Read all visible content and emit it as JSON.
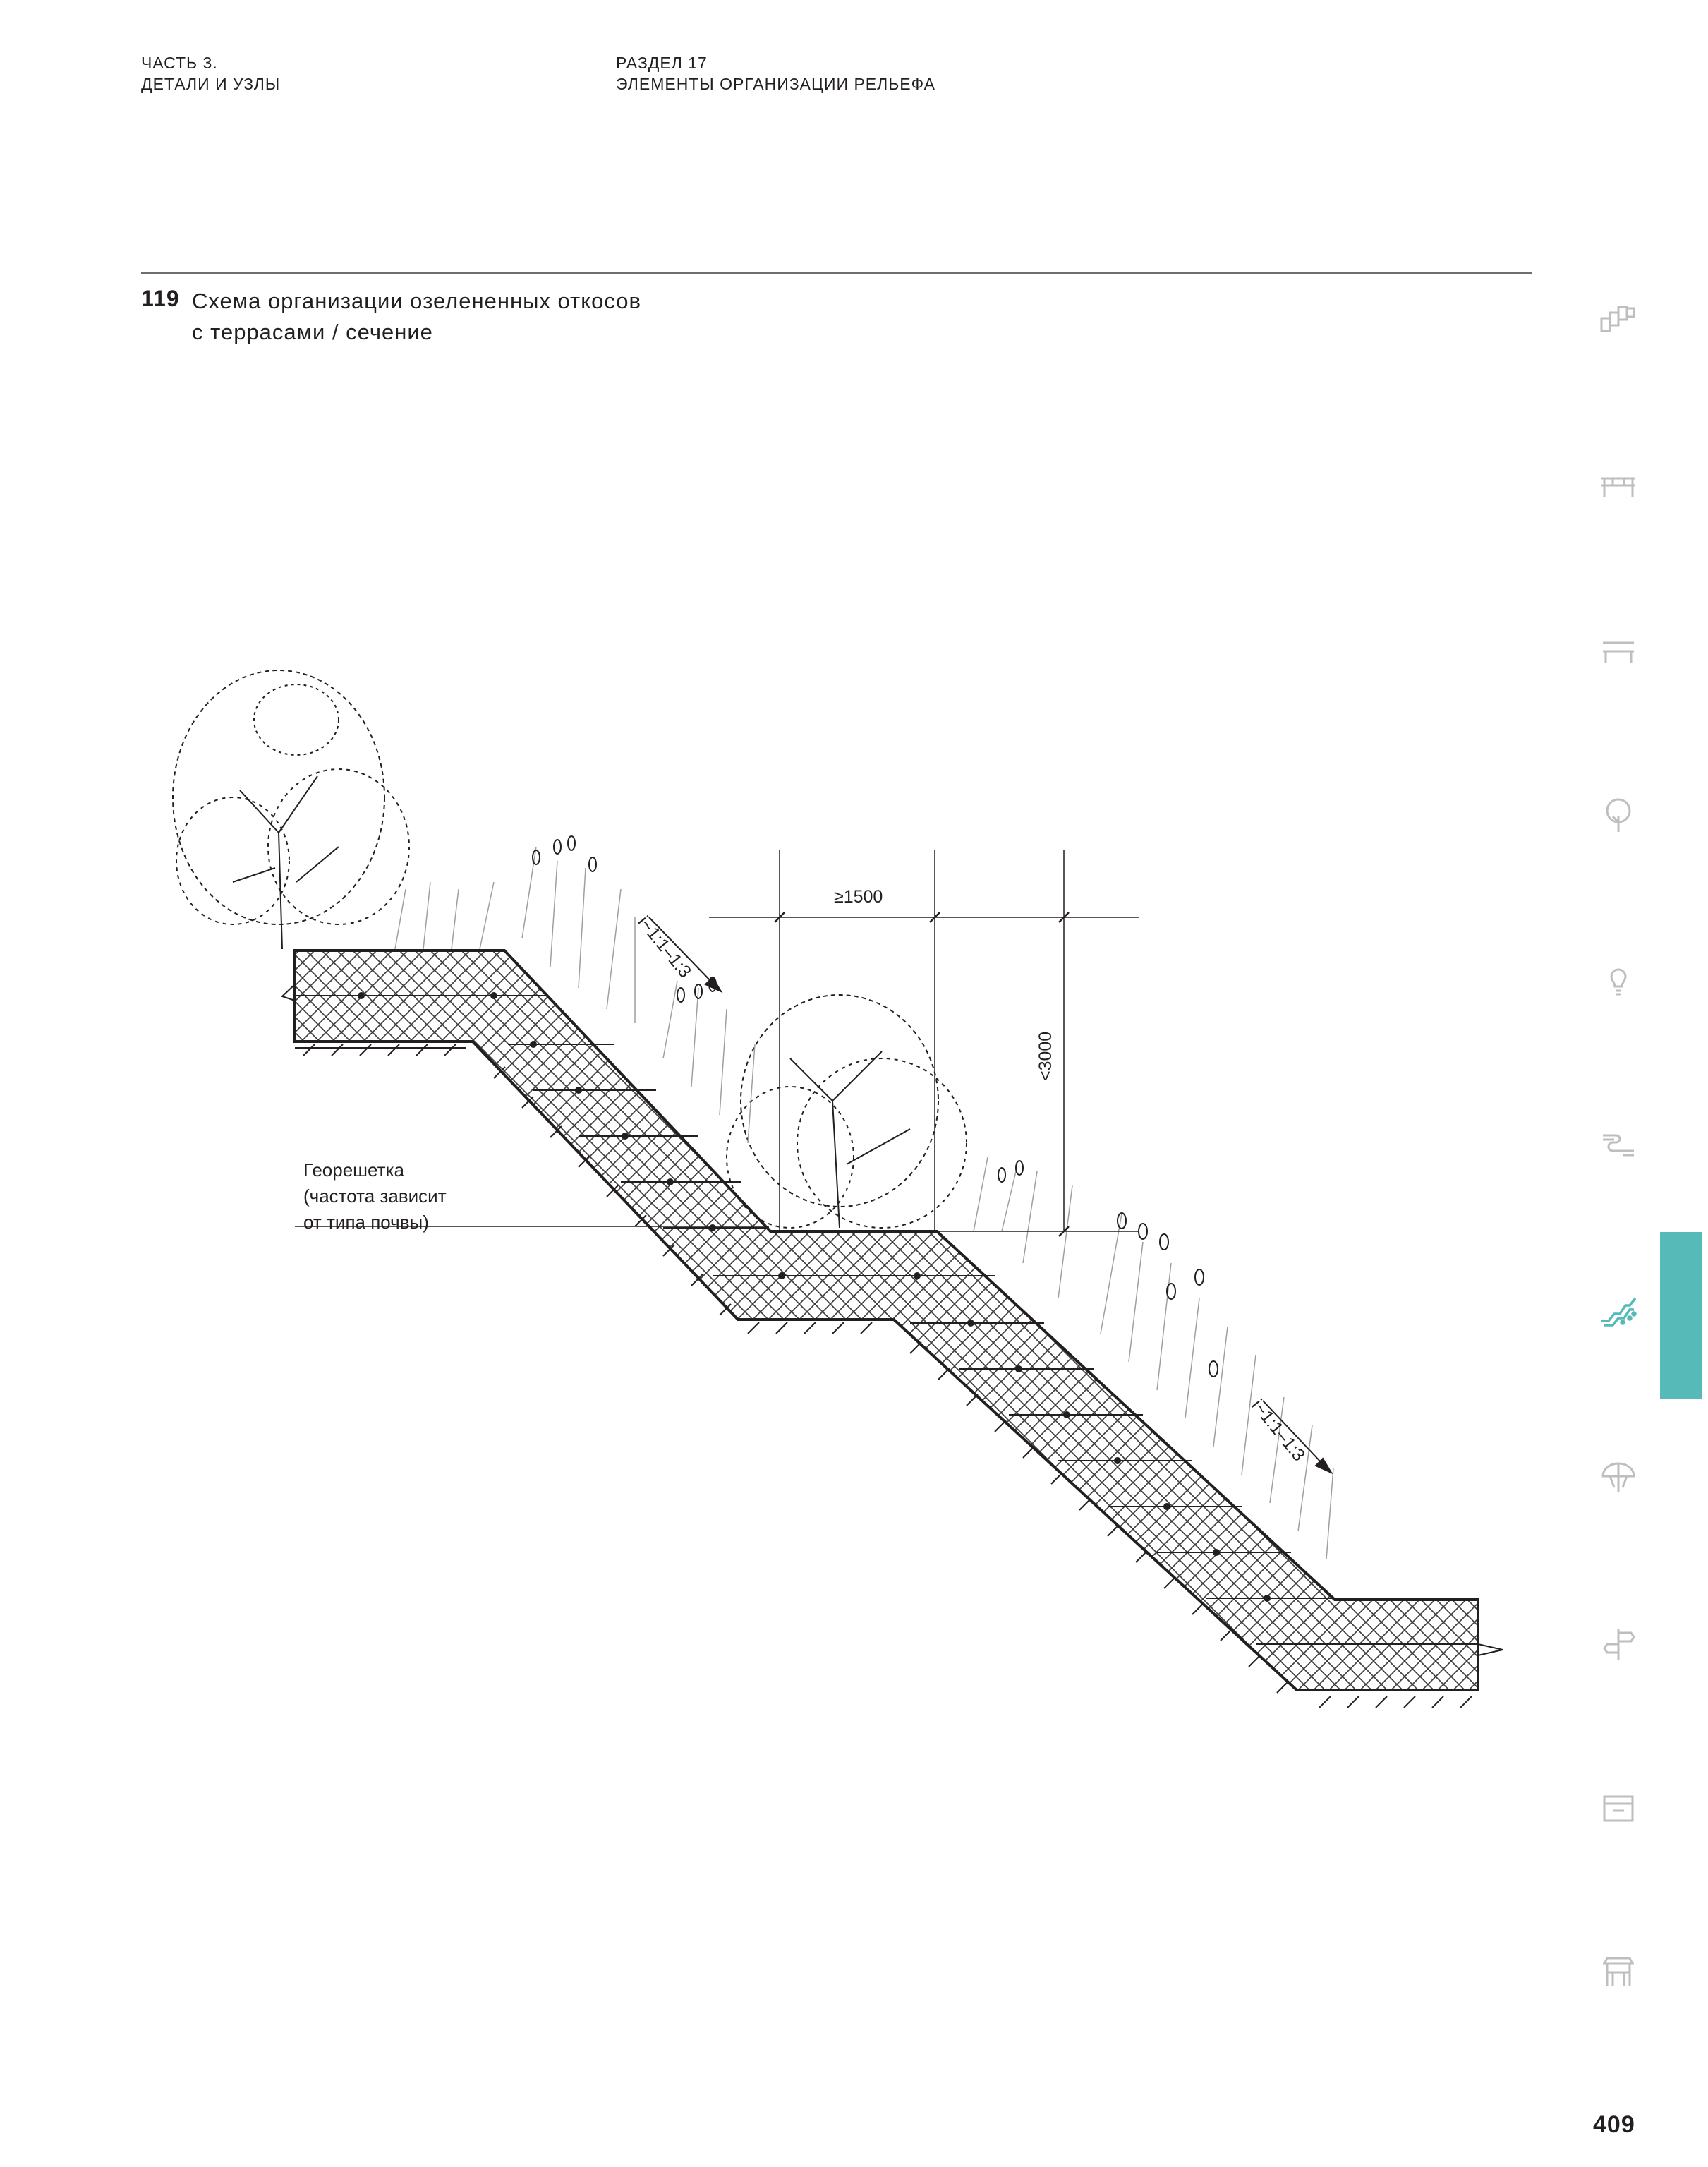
{
  "header": {
    "part_line1": "ЧАСТЬ 3.",
    "part_line2": "ДЕТАЛИ И УЗЛЫ",
    "section_line1": "РАЗДЕЛ 17",
    "section_line2": "ЭЛЕМЕНТЫ ОРГАНИЗАЦИИ РЕЛЬЕФА"
  },
  "figure": {
    "number": "119",
    "title_line1": "Схема организации озелененных откосов",
    "title_line2": "с террасами / сечение"
  },
  "annotations": {
    "terrace_width": "≥1500",
    "terrace_height": "<3000",
    "slope_upper": "i~1:1–1:3",
    "slope_lower": "i~1:1–1:3",
    "callout_line1": "Георешетка",
    "callout_line2": "(частота зависит",
    "callout_line3": "от типа почвы)"
  },
  "sidebar": {
    "accent_color": "#56bab8",
    "icon_color": "#bcbec0",
    "active_index": 6,
    "icons": [
      "paving-blocks-icon",
      "curb-icon",
      "bench-icon",
      "tree-icon",
      "lamp-icon",
      "pipe-icon",
      "terrain-slope-icon",
      "umbrella-icon",
      "signpost-icon",
      "kiosk-icon",
      "pavilion-icon"
    ]
  },
  "page_number": "409"
}
